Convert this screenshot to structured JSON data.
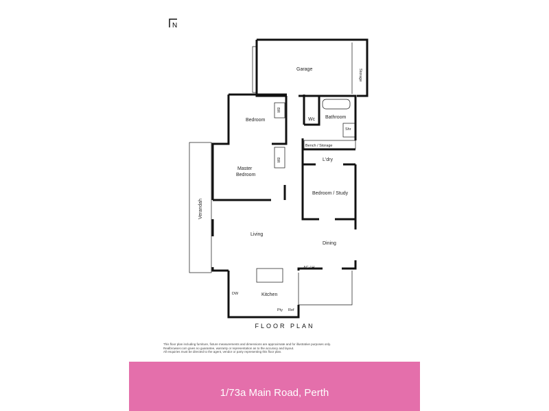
{
  "north_label": "N",
  "rooms": {
    "garage": "Garage",
    "storage": "Storage",
    "bedroom": "Bedroom",
    "br1": "BR",
    "wc": "Wc",
    "bathroom": "Bathroom",
    "shr": "Shr",
    "bench": "Bench / Storage",
    "laundry": "L'dry",
    "master": "Master",
    "master2": "Bedroom",
    "br2": "BR",
    "study": "Bedroom / Study",
    "verandah": "Verandah",
    "living": "Living",
    "dining": "Dining",
    "ach": "AC / H",
    "dw": "DW",
    "kitchen": "Kitchen",
    "pty": "Pty",
    "ref": "Ref"
  },
  "floor_plan_title": "FLOOR PLAN",
  "disclaimer": [
    "This floor plan including furniture, fixture measurements and dimensions are approximate and for illustrative purposes only.",
    "Realbrowser.com gives no guarantee, warranty or representation as to the accuracy and layout.",
    "All enquiries must be directed to the agent, vendor or party representing this floor plan."
  ],
  "address": "1/73a Main Road, Perth",
  "colors": {
    "banner": "#e46fab"
  }
}
